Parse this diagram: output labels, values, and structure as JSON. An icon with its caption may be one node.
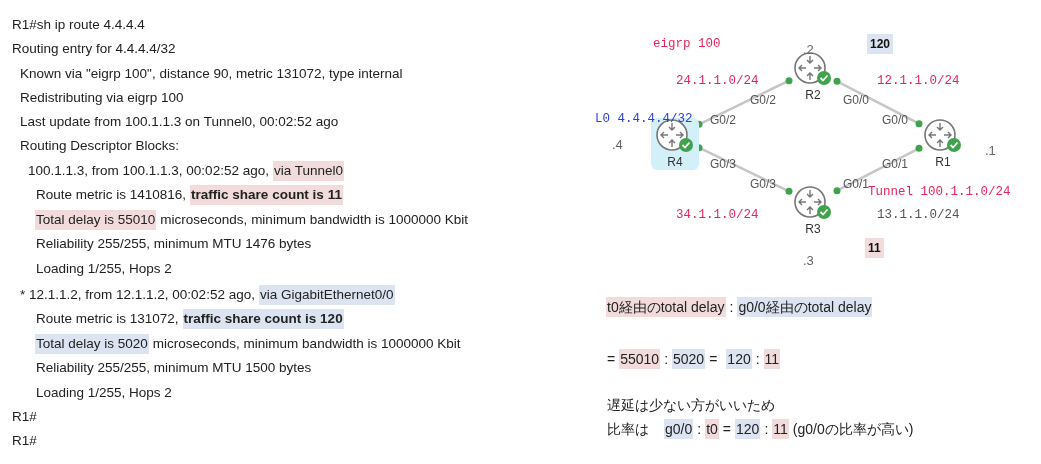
{
  "diagram": {
    "nodes": [
      {
        "text": [
          "R4"
        ],
        "beside": [
          ".4"
        ]
      },
      {
        "text": [
          "R2"
        ],
        "beside": [
          ".2"
        ]
      },
      {
        "text": [
          "R1"
        ],
        "beside": [
          ".1"
        ]
      },
      {
        "text": [
          "R3"
        ],
        "beside": [
          ".3"
        ]
      }
    ],
    "edges": [
      {
        "from": 0,
        "to": 1,
        "arrow": "none"
      },
      {
        "from": 1,
        "to": 2,
        "arrow": "none"
      },
      {
        "from": 0,
        "to": 3,
        "arrow": "none"
      },
      {
        "from": 3,
        "to": 2,
        "arrow": "none"
      }
    ],
    "labels": [
      "R1#sh ip route 4.4.4.4",
      "Routing entry for 4.4.4.4/32",
      "Known via \"eigrp 100\", distance 90, metric 131072, type internal",
      "Redistributing via eigrp 100",
      "Last update from 100.1.1.3 on Tunnel0, 00:02:52 ago",
      "Routing Descriptor Blocks:",
      "100.1.1.3, from 100.1.1.3, 00:02:52 ago,",
      "via Tunnel0",
      "Route metric is 1410816,",
      "traffic share count is 11",
      "Total delay is 55010",
      "microseconds, minimum bandwidth is 1000000 Kbit",
      "Reliability 255/255, minimum MTU 1476 bytes",
      "Loading 1/255, Hops 2",
      "* 12.1.1.2, from 12.1.1.2, 00:02:52 ago,",
      "via GigabitEthernet0/0",
      "Route metric is 131072,",
      "traffic share count is 120",
      "Total delay is 5020",
      "microseconds, minimum bandwidth is 1000000 Kbit",
      "Reliability 255/255, minimum MTU 1500 bytes",
      "Loading 1/255, Hops 2",
      "R1#",
      "R1#",
      "t0経由のtotal delay",
      ":",
      "g0/0経由のtotal delay",
      "=",
      "55010",
      ":",
      "5020",
      "=",
      "120",
      ":",
      "11",
      "遅延は少ない方がいいため",
      "比率は",
      "g0/0",
      ":",
      "t0",
      "=",
      "120",
      ":",
      "11",
      "(g0/0の比率が高い)",
      "eigrp 100",
      "120",
      "24.1.1.0/24",
      "12.1.1.0/24",
      "L0 4.4.4.4/32",
      "G0/2",
      "G0/0",
      "G0/2",
      "G0/0",
      "G0/3",
      "G0/1",
      "G0/3",
      "G0/1",
      "Tunnel 100.1.1.0/24",
      "34.1.1.0/24",
      "13.1.1.0/24",
      "11"
    ]
  }
}
